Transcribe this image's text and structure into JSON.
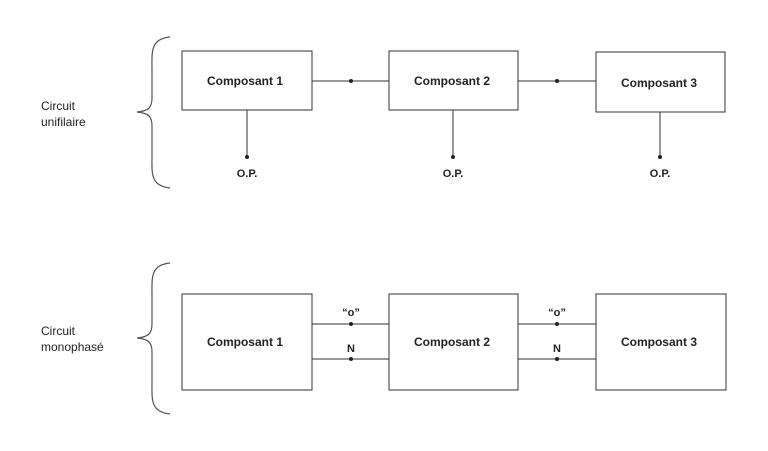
{
  "unifilaire": {
    "label_line1": "Circuit",
    "label_line2": "unifilaire",
    "components": [
      "Composant 1",
      "Composant 2",
      "Composant 3"
    ],
    "outputs": [
      "O.P.",
      "O.P.",
      "O.P."
    ]
  },
  "monophase": {
    "label_line1": "Circuit",
    "label_line2": "monophasé",
    "components": [
      "Composant 1",
      "Composant 2",
      "Composant 3"
    ],
    "wire_top_labels": [
      "“o”",
      "“o”"
    ],
    "wire_bottom_labels": [
      "N",
      "N"
    ]
  },
  "colors": {
    "line": "#333333",
    "background": "#ffffff"
  }
}
